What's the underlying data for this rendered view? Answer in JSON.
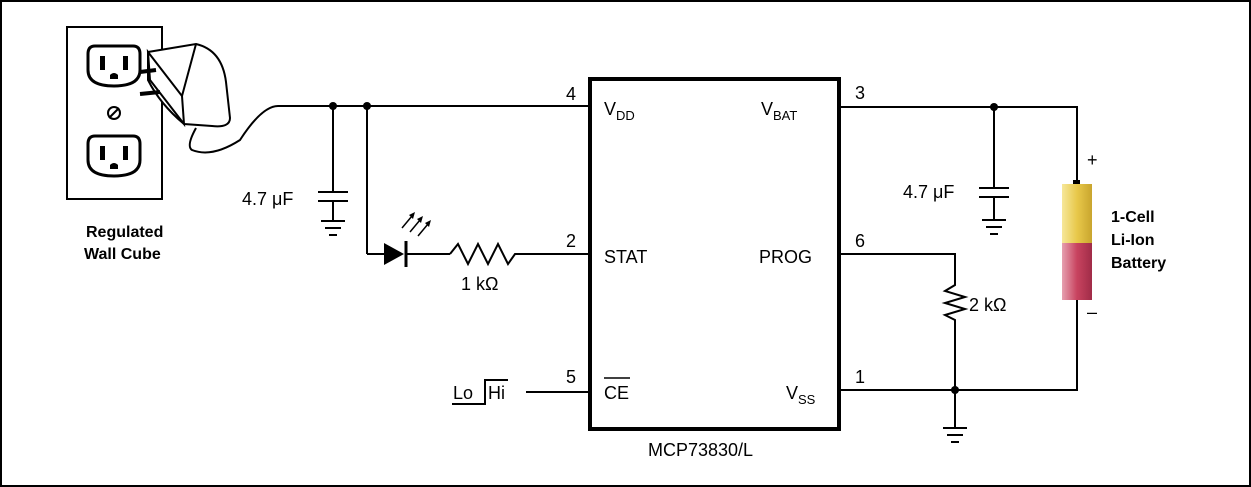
{
  "labels": {
    "wall_cube_line1": "Regulated",
    "wall_cube_line2": "Wall Cube",
    "cap_left": "4.7 μF",
    "cap_right": "4.7 μF",
    "resistor_led": "1 kΩ",
    "resistor_prog": "2 kΩ",
    "chip_name": "MCP73830/L",
    "battery_line1": "1-Cell",
    "battery_line2": "Li-Ion",
    "battery_line3": "Battery",
    "battery_plus": "+",
    "battery_minus": "–",
    "lo": "Lo",
    "hi": "Hi"
  },
  "pins": {
    "vdd": {
      "number": "4",
      "name": "V",
      "sub": "DD"
    },
    "stat": {
      "number": "2",
      "name": "STAT"
    },
    "ce": {
      "number": "5",
      "name": "CE"
    },
    "vbat": {
      "number": "3",
      "name": "V",
      "sub": "BAT"
    },
    "prog": {
      "number": "6",
      "name": "PROG"
    },
    "vss": {
      "number": "1",
      "name": "V",
      "sub": "SS"
    }
  },
  "colors": {
    "battery_gold": "#e8c84a",
    "battery_gold_light": "#f6e79a",
    "battery_red": "#c8435f",
    "battery_pink": "#e6a0b0"
  }
}
